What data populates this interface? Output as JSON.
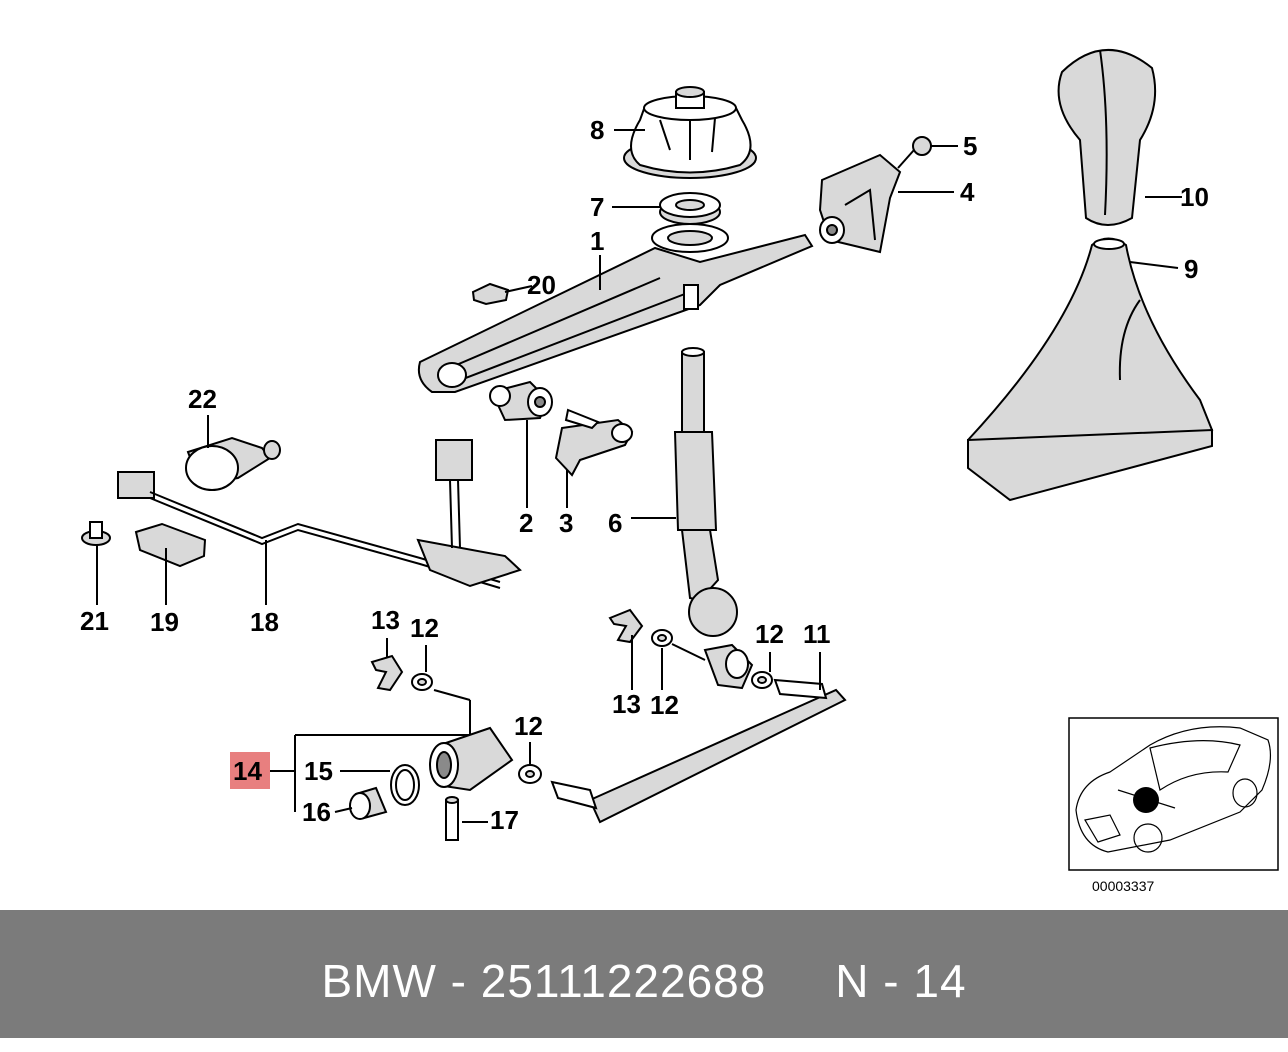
{
  "callouts": {
    "c1": "1",
    "c2": "2",
    "c3": "3",
    "c4": "4",
    "c5": "5",
    "c6": "6",
    "c7": "7",
    "c8": "8",
    "c9": "9",
    "c10": "10",
    "c11": "11",
    "c12a": "12",
    "c12b": "12",
    "c12c": "12",
    "c12d": "12",
    "c13a": "13",
    "c13b": "13",
    "c14": "14",
    "c15": "15",
    "c16": "16",
    "c17": "17",
    "c18": "18",
    "c19": "19",
    "c20": "20",
    "c21": "21",
    "c22": "22"
  },
  "highlight_color": "#e87f7f",
  "inset": {
    "code": "00003337"
  },
  "footer": {
    "brand": "BMW",
    "sep1": "-",
    "part_number": "25111222688",
    "ref_prefix": "N",
    "sep2": "-",
    "ref_number": "14"
  },
  "footer_color": "#7b7b7b"
}
